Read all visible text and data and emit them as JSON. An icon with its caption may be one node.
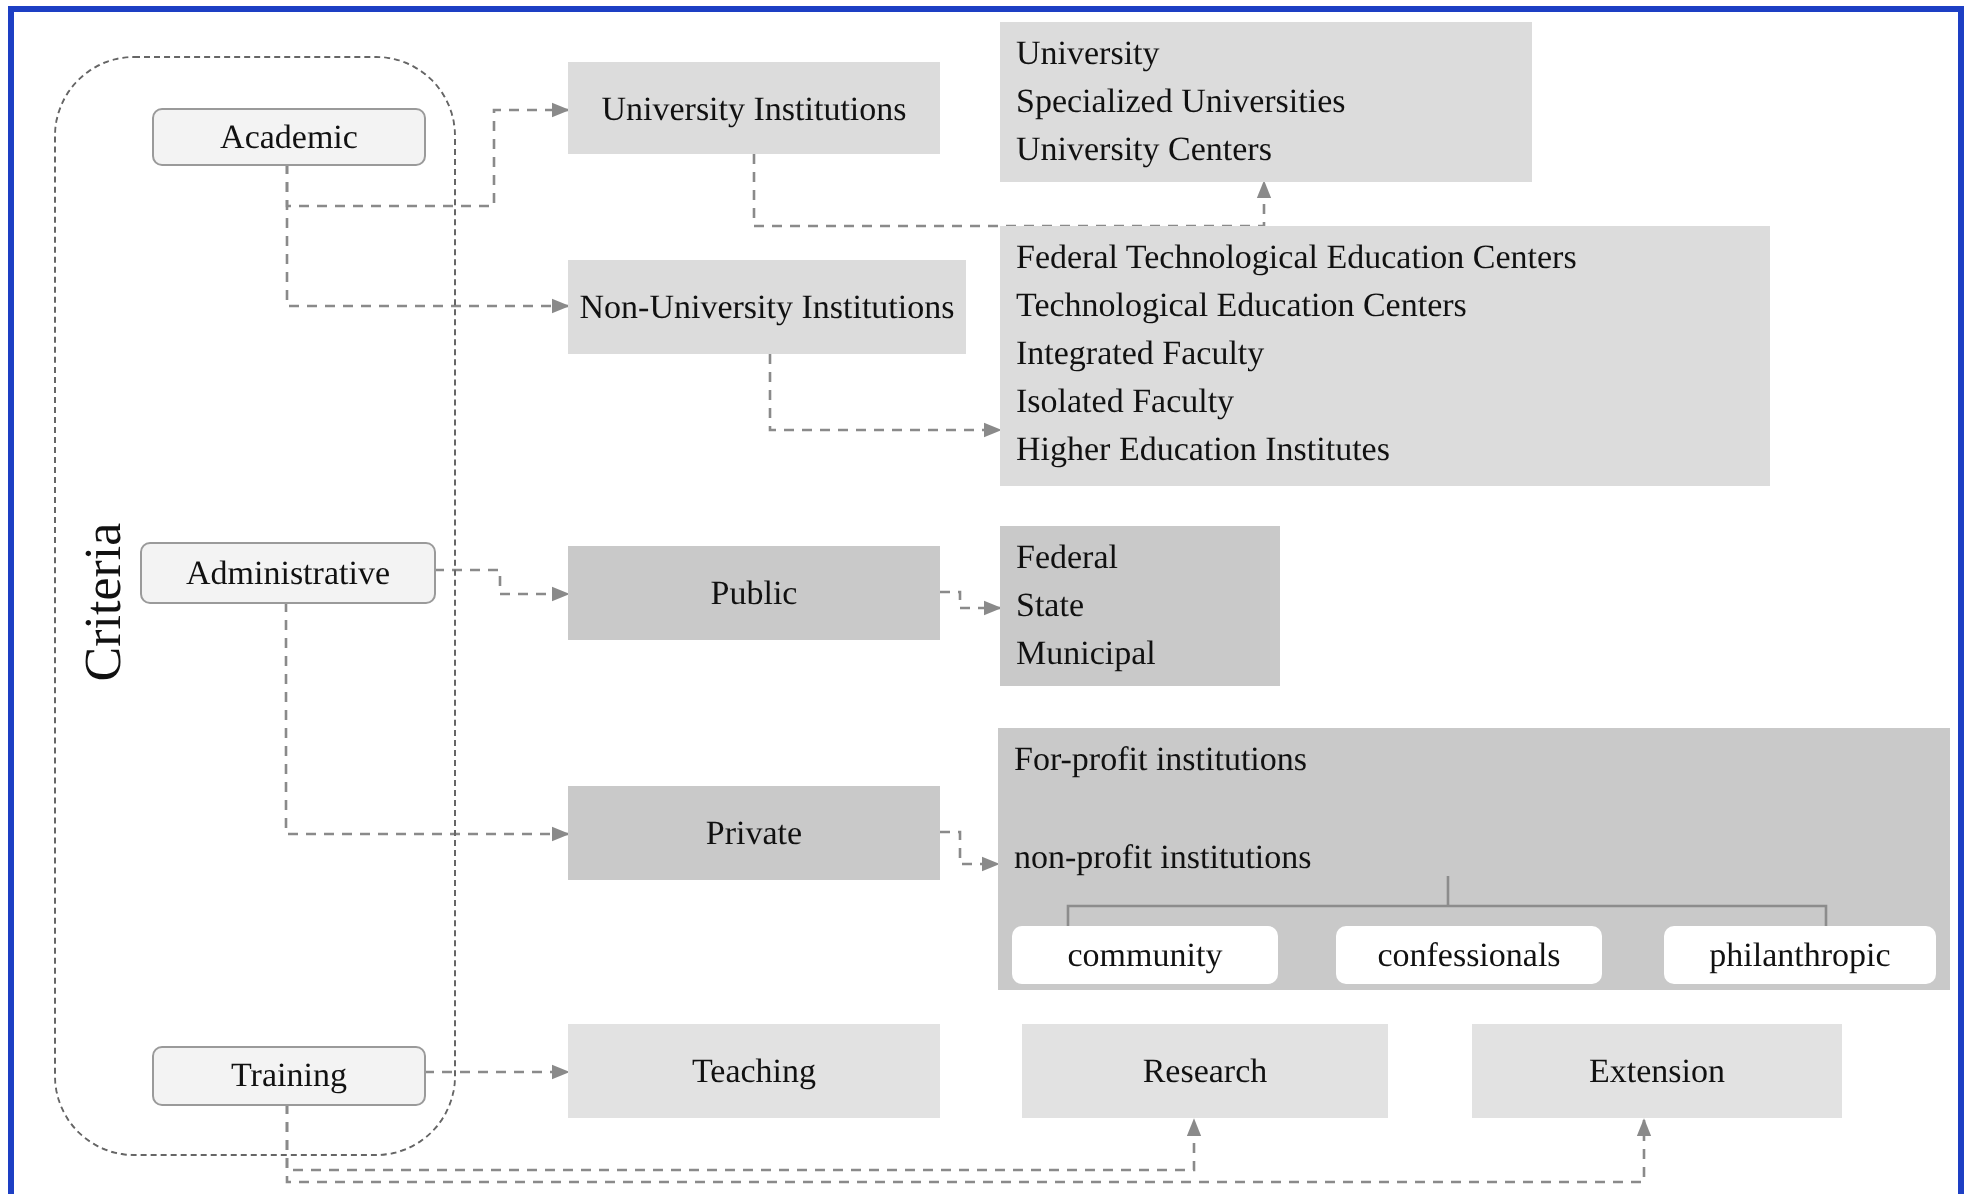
{
  "diagram": {
    "nodes": [
      {
        "text": [
          "Criteria"
        ]
      },
      {
        "text": [
          "Academic"
        ],
        "in": 0
      },
      {
        "text": [
          "Administrative"
        ],
        "in": 0
      },
      {
        "text": [
          "Training"
        ],
        "in": 0
      },
      {
        "text": [
          "University Institutions"
        ]
      },
      {
        "text": [
          "University",
          "Specialized Universities",
          "University Centers"
        ]
      },
      {
        "text": [
          "Non-University Institutions"
        ]
      },
      {
        "text": [
          "Federal Technological Education Centers",
          "Technological Education Centers",
          "Integrated Faculty",
          "Isolated Faculty",
          "Higher Education Institutes"
        ]
      },
      {
        "text": [
          "Public"
        ]
      },
      {
        "text": [
          "Federal",
          "State",
          "Municipal"
        ]
      },
      {
        "text": [
          "Private"
        ]
      },
      {
        "text": [
          "For-profit institutions",
          "non-profit institutions"
        ]
      },
      {
        "text": [
          "community"
        ],
        "in": 11
      },
      {
        "text": [
          "confessionals"
        ],
        "in": 11
      },
      {
        "text": [
          "philanthropic"
        ],
        "in": 11
      },
      {
        "text": [
          "Teaching"
        ]
      },
      {
        "text": [
          "Research"
        ]
      },
      {
        "text": [
          "Extension"
        ]
      }
    ],
    "edges": [
      {
        "from": 1,
        "to": 4,
        "arrow": "to",
        "style": "dashed"
      },
      {
        "from": 1,
        "to": 6,
        "arrow": "to",
        "style": "dashed"
      },
      {
        "from": 4,
        "to": 5,
        "arrow": "to",
        "style": "dashed"
      },
      {
        "from": 6,
        "to": 7,
        "arrow": "to",
        "style": "dashed"
      },
      {
        "from": 2,
        "to": 8,
        "arrow": "to",
        "style": "dashed"
      },
      {
        "from": 8,
        "to": 9,
        "arrow": "to",
        "style": "dashed"
      },
      {
        "from": 2,
        "to": 10,
        "arrow": "to",
        "style": "dashed"
      },
      {
        "from": 10,
        "to": 11,
        "arrow": "to",
        "style": "dashed"
      },
      {
        "from": 3,
        "to": 15,
        "arrow": "to",
        "style": "dashed"
      },
      {
        "from": 3,
        "to": 16,
        "arrow": "to",
        "style": "dashed"
      },
      {
        "from": 3,
        "to": 17,
        "arrow": "to",
        "style": "dashed"
      }
    ]
  }
}
